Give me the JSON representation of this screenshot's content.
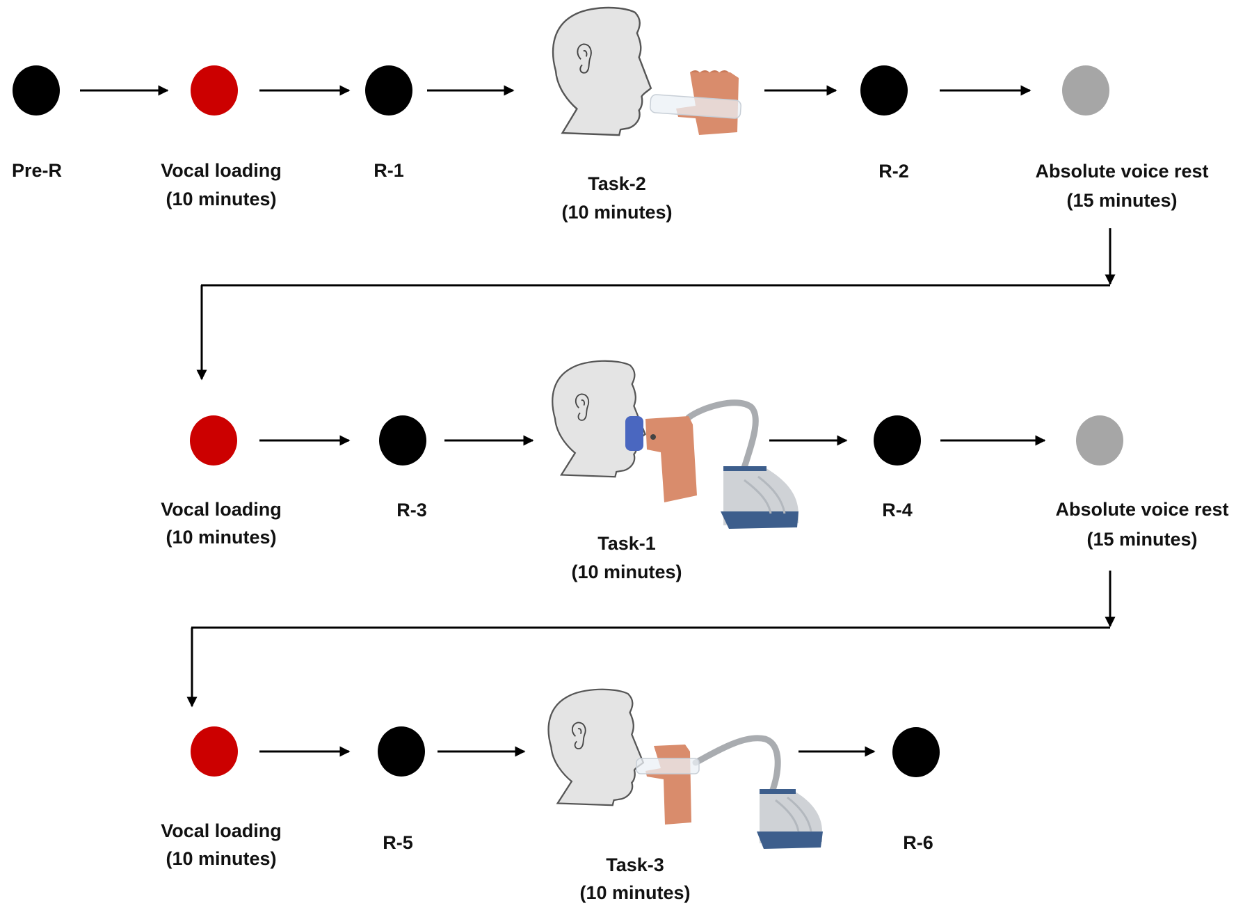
{
  "title": "Experimental protocol: vocal loading, recordings, tasks and voice rest",
  "colors": {
    "recording": "#000000",
    "vocal_loading": "#cc0000",
    "voice_rest": "#a6a6a6",
    "connector": "#000000"
  },
  "legend_semantics": {
    "black_dot": "recording",
    "red_dot": "vocal loading",
    "grey_dot": "absolute voice rest"
  },
  "rows": [
    {
      "steps": [
        {
          "id": "pre-r",
          "type": "recording",
          "label": "Pre-R",
          "sublabel": ""
        },
        {
          "id": "vocal-loading-1",
          "type": "vocal_loading",
          "label": "Vocal loading",
          "sublabel": "(10 minutes)"
        },
        {
          "id": "r-1",
          "type": "recording",
          "label": "R-1",
          "sublabel": ""
        },
        {
          "id": "task-2",
          "type": "task",
          "illustration": "straw-phonation-hand-icon",
          "label": "Task-2",
          "sublabel": "(10 minutes)"
        },
        {
          "id": "r-2",
          "type": "recording",
          "label": "R-2",
          "sublabel": ""
        },
        {
          "id": "rest-1",
          "type": "voice_rest",
          "label": "Absolute voice rest",
          "sublabel": "(15 minutes)"
        }
      ]
    },
    {
      "steps": [
        {
          "id": "vocal-loading-2",
          "type": "vocal_loading",
          "label": "Vocal loading",
          "sublabel": "(10 minutes)"
        },
        {
          "id": "r-3",
          "type": "recording",
          "label": "R-3",
          "sublabel": ""
        },
        {
          "id": "task-1",
          "type": "task",
          "illustration": "mask-nebulizer-icon",
          "label": "Task-1",
          "sublabel": "(10 minutes)"
        },
        {
          "id": "r-4",
          "type": "recording",
          "label": "R-4",
          "sublabel": ""
        },
        {
          "id": "rest-2",
          "type": "voice_rest",
          "label": "Absolute voice rest",
          "sublabel": "(15 minutes)"
        }
      ]
    },
    {
      "steps": [
        {
          "id": "vocal-loading-3",
          "type": "vocal_loading",
          "label": "Vocal loading",
          "sublabel": "(10 minutes)"
        },
        {
          "id": "r-5",
          "type": "recording",
          "label": "R-5",
          "sublabel": ""
        },
        {
          "id": "task-3",
          "type": "task",
          "illustration": "straw-nebulizer-icon",
          "label": "Task-3",
          "sublabel": "(10 minutes)"
        },
        {
          "id": "r-6",
          "type": "recording",
          "label": "R-6",
          "sublabel": ""
        }
      ]
    }
  ]
}
